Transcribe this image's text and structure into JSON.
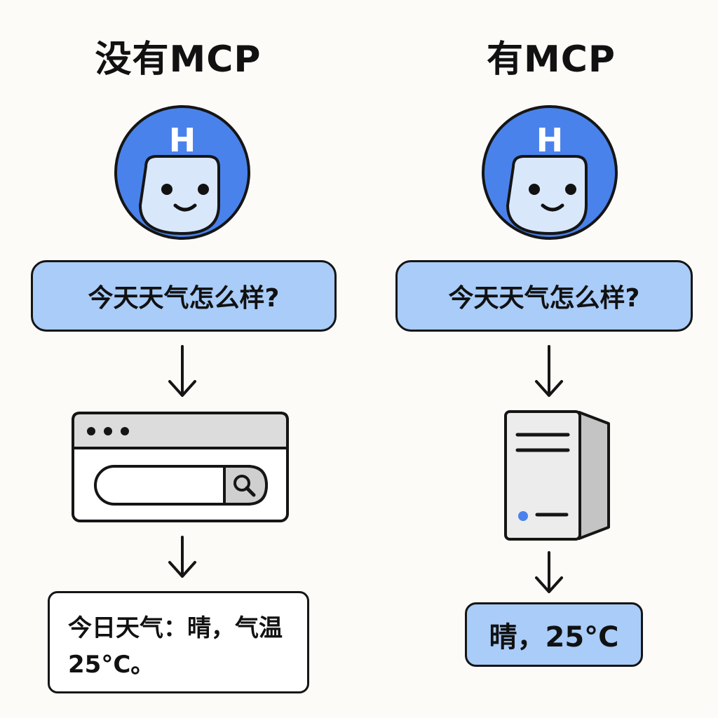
{
  "left": {
    "title": "没有MCP",
    "avatar_letter": "H",
    "question": "今天天气怎么样?",
    "answer": "今日天气：晴，气温 25°C。"
  },
  "right": {
    "title": "有MCP",
    "avatar_letter": "H",
    "question": "今天天气怎么样?",
    "answer": "晴，25°C"
  },
  "icons": {
    "left_avatar": "robot-avatar-icon",
    "right_avatar": "robot-avatar-icon",
    "browser": "browser-window-icon",
    "search": "search-icon",
    "server": "server-icon",
    "arrow": "arrow-down-icon"
  },
  "colors": {
    "avatar_blue": "#4a82ec",
    "face": "#d9e7fb",
    "bubble": "#a9ccf8",
    "outline": "#151515",
    "background": "#fcfbf8"
  }
}
